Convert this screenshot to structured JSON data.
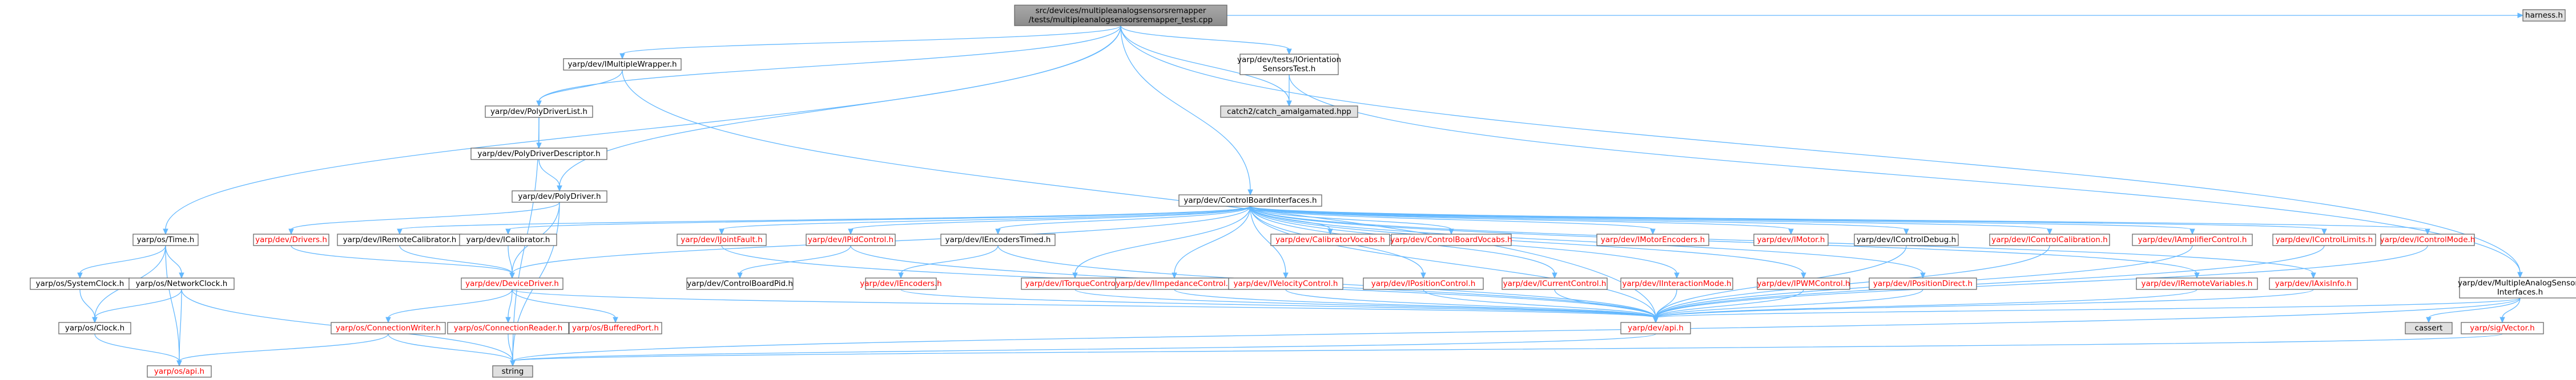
{
  "graph": {
    "title": "",
    "legend": {
      "normal": "#000000",
      "missing": "#ff0000",
      "root_fill": "#999999",
      "external_fill": "#e0e0e0",
      "edge": "#63b8ff",
      "node_border": "#666666"
    },
    "nodes": [
      {
        "id": "root",
        "lines": [
          "src/devices/multipleanalogsensorsremapper",
          "/tests/multipleanalogsensorsremapper_test.cpp"
        ],
        "kind": "root"
      },
      {
        "id": "harness",
        "lines": [
          "harness.h"
        ],
        "kind": "external"
      },
      {
        "id": "time",
        "lines": [
          "yarp/os/Time.h"
        ],
        "kind": "normal"
      },
      {
        "id": "imwrap",
        "lines": [
          "yarp/dev/IMultipleWrapper.h"
        ],
        "kind": "normal"
      },
      {
        "id": "iorient",
        "lines": [
          "yarp/dev/tests/IOrientation",
          "SensorsTest.h"
        ],
        "kind": "normal"
      },
      {
        "id": "catch2",
        "lines": [
          "catch2/catch_amalgamated.hpp"
        ],
        "kind": "external"
      },
      {
        "id": "polylist",
        "lines": [
          "yarp/dev/PolyDriverList.h"
        ],
        "kind": "normal"
      },
      {
        "id": "polydesc",
        "lines": [
          "yarp/dev/PolyDriverDescriptor.h"
        ],
        "kind": "normal"
      },
      {
        "id": "poly",
        "lines": [
          "yarp/dev/PolyDriver.h"
        ],
        "kind": "normal"
      },
      {
        "id": "cbi",
        "lines": [
          "yarp/dev/ControlBoardInterfaces.h"
        ],
        "kind": "normal"
      },
      {
        "id": "drivers",
        "lines": [
          "yarp/dev/Drivers.h"
        ],
        "kind": "missing"
      },
      {
        "id": "iremcal",
        "lines": [
          "yarp/dev/IRemoteCalibrator.h"
        ],
        "kind": "normal"
      },
      {
        "id": "ical",
        "lines": [
          "yarp/dev/ICalibrator.h"
        ],
        "kind": "normal"
      },
      {
        "id": "ijoint",
        "lines": [
          "yarp/dev/IJointFault.h"
        ],
        "kind": "missing"
      },
      {
        "id": "ipid",
        "lines": [
          "yarp/dev/IPidControl.h"
        ],
        "kind": "missing"
      },
      {
        "id": "ienctimed",
        "lines": [
          "yarp/dev/IEncodersTimed.h"
        ],
        "kind": "normal"
      },
      {
        "id": "calvocabs",
        "lines": [
          "yarp/dev/CalibratorVocabs.h"
        ],
        "kind": "missing"
      },
      {
        "id": "cbvocabs",
        "lines": [
          "yarp/dev/ControlBoardVocabs.h"
        ],
        "kind": "missing"
      },
      {
        "id": "imotenc",
        "lines": [
          "yarp/dev/IMotorEncoders.h"
        ],
        "kind": "missing"
      },
      {
        "id": "imotor",
        "lines": [
          "yarp/dev/IMotor.h"
        ],
        "kind": "missing"
      },
      {
        "id": "icdebug",
        "lines": [
          "yarp/dev/IControlDebug.h"
        ],
        "kind": "normal"
      },
      {
        "id": "iccal",
        "lines": [
          "yarp/dev/IControlCalibration.h"
        ],
        "kind": "missing"
      },
      {
        "id": "iamp",
        "lines": [
          "yarp/dev/IAmplifierControl.h"
        ],
        "kind": "missing"
      },
      {
        "id": "iclim",
        "lines": [
          "yarp/dev/IControlLimits.h"
        ],
        "kind": "missing"
      },
      {
        "id": "icmode",
        "lines": [
          "yarp/dev/IControlMode.h"
        ],
        "kind": "missing"
      },
      {
        "id": "sysclock",
        "lines": [
          "yarp/os/SystemClock.h"
        ],
        "kind": "normal"
      },
      {
        "id": "netclock",
        "lines": [
          "yarp/os/NetworkClock.h"
        ],
        "kind": "normal"
      },
      {
        "id": "clock",
        "lines": [
          "yarp/os/Clock.h"
        ],
        "kind": "normal"
      },
      {
        "id": "osapi",
        "lines": [
          "yarp/os/api.h"
        ],
        "kind": "missing"
      },
      {
        "id": "devdriver",
        "lines": [
          "yarp/dev/DeviceDriver.h"
        ],
        "kind": "missing"
      },
      {
        "id": "connwriter",
        "lines": [
          "yarp/os/ConnectionWriter.h"
        ],
        "kind": "missing"
      },
      {
        "id": "connreader",
        "lines": [
          "yarp/os/ConnectionReader.h"
        ],
        "kind": "missing"
      },
      {
        "id": "bufport",
        "lines": [
          "yarp/os/BufferedPort.h"
        ],
        "kind": "missing"
      },
      {
        "id": "string",
        "lines": [
          "string"
        ],
        "kind": "external"
      },
      {
        "id": "cbpid",
        "lines": [
          "yarp/dev/ControlBoardPid.h"
        ],
        "kind": "normal"
      },
      {
        "id": "ienc",
        "lines": [
          "yarp/dev/IEncoders.h"
        ],
        "kind": "missing"
      },
      {
        "id": "itorque",
        "lines": [
          "yarp/dev/ITorqueControl.h"
        ],
        "kind": "missing"
      },
      {
        "id": "iimp",
        "lines": [
          "yarp/dev/IImpedanceControl.h"
        ],
        "kind": "missing"
      },
      {
        "id": "ivel",
        "lines": [
          "yarp/dev/IVelocityControl.h"
        ],
        "kind": "missing"
      },
      {
        "id": "ipos",
        "lines": [
          "yarp/dev/IPositionControl.h"
        ],
        "kind": "missing"
      },
      {
        "id": "icurr",
        "lines": [
          "yarp/dev/ICurrentControl.h"
        ],
        "kind": "missing"
      },
      {
        "id": "iinter",
        "lines": [
          "yarp/dev/IInteractionMode.h"
        ],
        "kind": "missing"
      },
      {
        "id": "ipwm",
        "lines": [
          "yarp/dev/IPWMControl.h"
        ],
        "kind": "missing"
      },
      {
        "id": "iposdir",
        "lines": [
          "yarp/dev/IPositionDirect.h"
        ],
        "kind": "missing"
      },
      {
        "id": "iremvar",
        "lines": [
          "yarp/dev/IRemoteVariables.h"
        ],
        "kind": "missing"
      },
      {
        "id": "iaxis",
        "lines": [
          "yarp/dev/IAxisInfo.h"
        ],
        "kind": "missing"
      },
      {
        "id": "mas",
        "lines": [
          "yarp/dev/MultipleAnalogSensors",
          "Interfaces.h"
        ],
        "kind": "normal"
      },
      {
        "id": "devapi",
        "lines": [
          "yarp/dev/api.h"
        ],
        "kind": "missing"
      },
      {
        "id": "cassert",
        "lines": [
          "cassert"
        ],
        "kind": "external"
      },
      {
        "id": "sigvec",
        "lines": [
          "yarp/sig/Vector.h"
        ],
        "kind": "missing"
      }
    ],
    "edges": [
      [
        "root",
        "harness"
      ],
      [
        "root",
        "time"
      ],
      [
        "root",
        "imwrap"
      ],
      [
        "root",
        "iorient"
      ],
      [
        "root",
        "catch2"
      ],
      [
        "root",
        "polylist"
      ],
      [
        "root",
        "poly"
      ],
      [
        "root",
        "cbi"
      ],
      [
        "root",
        "mas"
      ],
      [
        "iorient",
        "catch2"
      ],
      [
        "iorient",
        "mas"
      ],
      [
        "imwrap",
        "polylist"
      ],
      [
        "imwrap",
        "devapi"
      ],
      [
        "polylist",
        "polydesc"
      ],
      [
        "polylist",
        "string"
      ],
      [
        "polydesc",
        "poly"
      ],
      [
        "poly",
        "drivers"
      ],
      [
        "poly",
        "devdriver"
      ],
      [
        "poly",
        "string"
      ],
      [
        "time",
        "sysclock"
      ],
      [
        "time",
        "netclock"
      ],
      [
        "time",
        "clock"
      ],
      [
        "time",
        "osapi"
      ],
      [
        "sysclock",
        "clock"
      ],
      [
        "netclock",
        "clock"
      ],
      [
        "netclock",
        "osapi"
      ],
      [
        "netclock",
        "string"
      ],
      [
        "clock",
        "osapi"
      ],
      [
        "drivers",
        "devdriver"
      ],
      [
        "iremcal",
        "devdriver"
      ],
      [
        "ical",
        "devdriver"
      ],
      [
        "devdriver",
        "connwriter"
      ],
      [
        "devdriver",
        "connreader"
      ],
      [
        "devdriver",
        "bufport"
      ],
      [
        "devdriver",
        "devapi"
      ],
      [
        "connwriter",
        "osapi"
      ],
      [
        "connwriter",
        "string"
      ],
      [
        "connreader",
        "string"
      ],
      [
        "cbi",
        "iremcal"
      ],
      [
        "cbi",
        "ical"
      ],
      [
        "cbi",
        "ijoint"
      ],
      [
        "cbi",
        "ipid"
      ],
      [
        "cbi",
        "ienctimed"
      ],
      [
        "cbi",
        "calvocabs"
      ],
      [
        "cbi",
        "cbvocabs"
      ],
      [
        "cbi",
        "imotenc"
      ],
      [
        "cbi",
        "imotor"
      ],
      [
        "cbi",
        "icdebug"
      ],
      [
        "cbi",
        "iccal"
      ],
      [
        "cbi",
        "iamp"
      ],
      [
        "cbi",
        "iclim"
      ],
      [
        "cbi",
        "icmode"
      ],
      [
        "cbi",
        "itorque"
      ],
      [
        "cbi",
        "iimp"
      ],
      [
        "cbi",
        "ivel"
      ],
      [
        "cbi",
        "ipos"
      ],
      [
        "cbi",
        "icurr"
      ],
      [
        "cbi",
        "iinter"
      ],
      [
        "cbi",
        "ipwm"
      ],
      [
        "cbi",
        "iposdir"
      ],
      [
        "cbi",
        "iremvar"
      ],
      [
        "cbi",
        "iaxis"
      ],
      [
        "cbi",
        "devdriver"
      ],
      [
        "cbi",
        "devapi"
      ],
      [
        "ijoint",
        "devapi"
      ],
      [
        "ipid",
        "cbpid"
      ],
      [
        "ipid",
        "devapi"
      ],
      [
        "ienctimed",
        "ienc"
      ],
      [
        "ienctimed",
        "devapi"
      ],
      [
        "icdebug",
        "devapi"
      ],
      [
        "iccal",
        "devapi"
      ],
      [
        "iamp",
        "devapi"
      ],
      [
        "iclim",
        "devapi"
      ],
      [
        "icmode",
        "devapi"
      ],
      [
        "ienc",
        "devapi"
      ],
      [
        "itorque",
        "devapi"
      ],
      [
        "iimp",
        "devapi"
      ],
      [
        "ivel",
        "devapi"
      ],
      [
        "ipos",
        "devapi"
      ],
      [
        "icurr",
        "devapi"
      ],
      [
        "iinter",
        "devapi"
      ],
      [
        "ipwm",
        "devapi"
      ],
      [
        "iposdir",
        "devapi"
      ],
      [
        "iremvar",
        "devapi"
      ],
      [
        "iaxis",
        "devapi"
      ],
      [
        "mas",
        "devapi"
      ],
      [
        "mas",
        "cassert"
      ],
      [
        "mas",
        "sigvec"
      ],
      [
        "mas",
        "string"
      ],
      [
        "devapi",
        "string"
      ],
      [
        "sigvec",
        "string"
      ]
    ]
  }
}
